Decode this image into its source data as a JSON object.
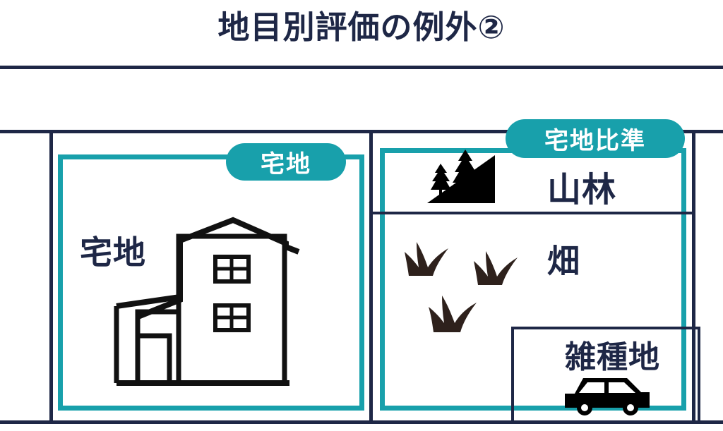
{
  "title": "地目別評価の例外②",
  "colors": {
    "navy": "#1e2746",
    "teal": "#18a0ab",
    "grass": "#2e211c",
    "black": "#000000",
    "background": "#ffffff"
  },
  "badges": {
    "left": "宅地",
    "right": "宅地比準"
  },
  "plots": {
    "left": {
      "badge": "宅地",
      "label": "宅地",
      "icon": "house-icon"
    },
    "right": {
      "badge": "宅地比準",
      "sections": [
        {
          "label": "山林",
          "icon": "forest-hill-icon"
        },
        {
          "label": "畑",
          "icon": "grass-icon"
        },
        {
          "label": "雑種地",
          "icon": "car-icon"
        }
      ]
    }
  },
  "labels": {
    "takuchi": "宅地",
    "sanrin": "山林",
    "hatake": "畑",
    "zasshu": "雑種地"
  }
}
